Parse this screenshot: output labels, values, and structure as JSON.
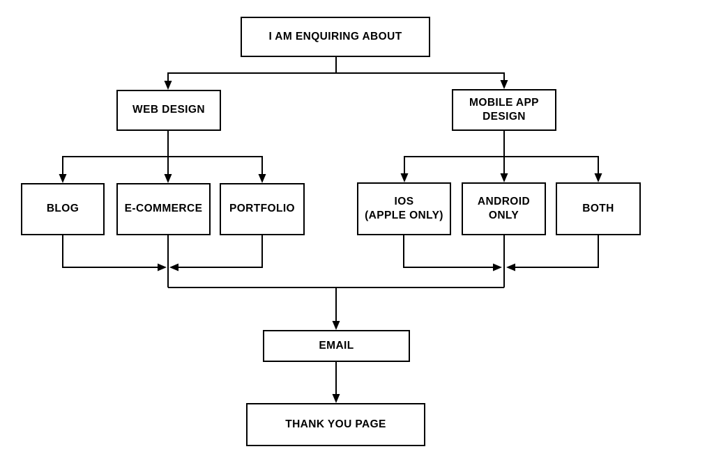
{
  "diagram": {
    "background_color": "#ffffff",
    "line_color": "#000000",
    "box_border_color": "#000000",
    "box_fill_color": "#ffffff",
    "text_color": "#000000",
    "nodes": {
      "enquiring": {
        "lines": [
          "I AM ENQUIRING ABOUT"
        ]
      },
      "web_design": {
        "lines": [
          "WEB DESIGN"
        ]
      },
      "mobile_app_design": {
        "lines": [
          "MOBILE APP",
          "DESIGN"
        ]
      },
      "blog": {
        "lines": [
          "BLOG"
        ]
      },
      "e_commerce": {
        "lines": [
          "E-COMMERCE"
        ]
      },
      "portfolio": {
        "lines": [
          "PORTFOLIO"
        ]
      },
      "ios_apple_only": {
        "lines": [
          "IOS",
          "(APPLE ONLY)"
        ]
      },
      "android_only": {
        "lines": [
          "ANDROID",
          "ONLY"
        ]
      },
      "both": {
        "lines": [
          "BOTH"
        ]
      },
      "email": {
        "lines": [
          "EMAIL"
        ]
      },
      "thank_you_page": {
        "lines": [
          "THANK YOU PAGE"
        ]
      }
    },
    "edges": [
      {
        "from": "enquiring",
        "to": "web_design"
      },
      {
        "from": "enquiring",
        "to": "mobile_app_design"
      },
      {
        "from": "web_design",
        "to": "blog"
      },
      {
        "from": "web_design",
        "to": "e_commerce"
      },
      {
        "from": "web_design",
        "to": "portfolio"
      },
      {
        "from": "mobile_app_design",
        "to": "ios_apple_only"
      },
      {
        "from": "mobile_app_design",
        "to": "android_only"
      },
      {
        "from": "mobile_app_design",
        "to": "both"
      },
      {
        "from": "blog",
        "to": "email"
      },
      {
        "from": "e_commerce",
        "to": "email"
      },
      {
        "from": "portfolio",
        "to": "email"
      },
      {
        "from": "ios_apple_only",
        "to": "email"
      },
      {
        "from": "android_only",
        "to": "email"
      },
      {
        "from": "both",
        "to": "email"
      },
      {
        "from": "email",
        "to": "thank_you_page"
      }
    ]
  }
}
